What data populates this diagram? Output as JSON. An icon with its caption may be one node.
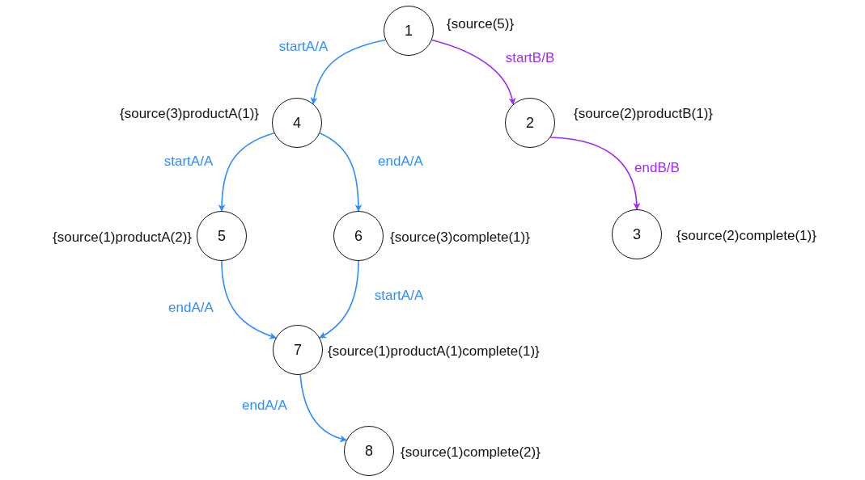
{
  "diagram": {
    "nodes": [
      {
        "text": [
          "1"
        ],
        "beside": [
          "{source(5)}"
        ]
      },
      {
        "text": [
          "4"
        ],
        "beside": [
          "{source(3)productA(1)}"
        ]
      },
      {
        "text": [
          "2"
        ],
        "beside": [
          "{source(2)productB(1)}"
        ]
      },
      {
        "text": [
          "5"
        ],
        "beside": [
          "{source(1)productA(2)}"
        ]
      },
      {
        "text": [
          "6"
        ],
        "beside": [
          "{source(3)complete(1)}"
        ]
      },
      {
        "text": [
          "3"
        ],
        "beside": [
          "{source(2)complete(1)}"
        ]
      },
      {
        "text": [
          "7"
        ],
        "beside": [
          "{source(1)productA(1)complete(1)}"
        ]
      },
      {
        "text": [
          "8"
        ],
        "beside": [
          "{source(1)complete(2)}"
        ]
      }
    ],
    "edges": [
      {
        "from": 0,
        "to": 1,
        "arrow": "to",
        "label": "startA/A"
      },
      {
        "from": 0,
        "to": 2,
        "arrow": "to",
        "label": "startB/B",
        "color": "#9d2bf5"
      },
      {
        "from": 1,
        "to": 3,
        "arrow": "to",
        "label": "startA/A"
      },
      {
        "from": 1,
        "to": 4,
        "arrow": "to",
        "label": "endA/A"
      },
      {
        "from": 2,
        "to": 5,
        "arrow": "to",
        "label": "endB/B",
        "color": "#9d2bf5"
      },
      {
        "from": 3,
        "to": 6,
        "arrow": "to",
        "label": "endA/A"
      },
      {
        "from": 4,
        "to": 6,
        "arrow": "to",
        "label": "startA/A"
      },
      {
        "from": 6,
        "to": 7,
        "arrow": "to",
        "label": "endA/A"
      }
    ]
  }
}
